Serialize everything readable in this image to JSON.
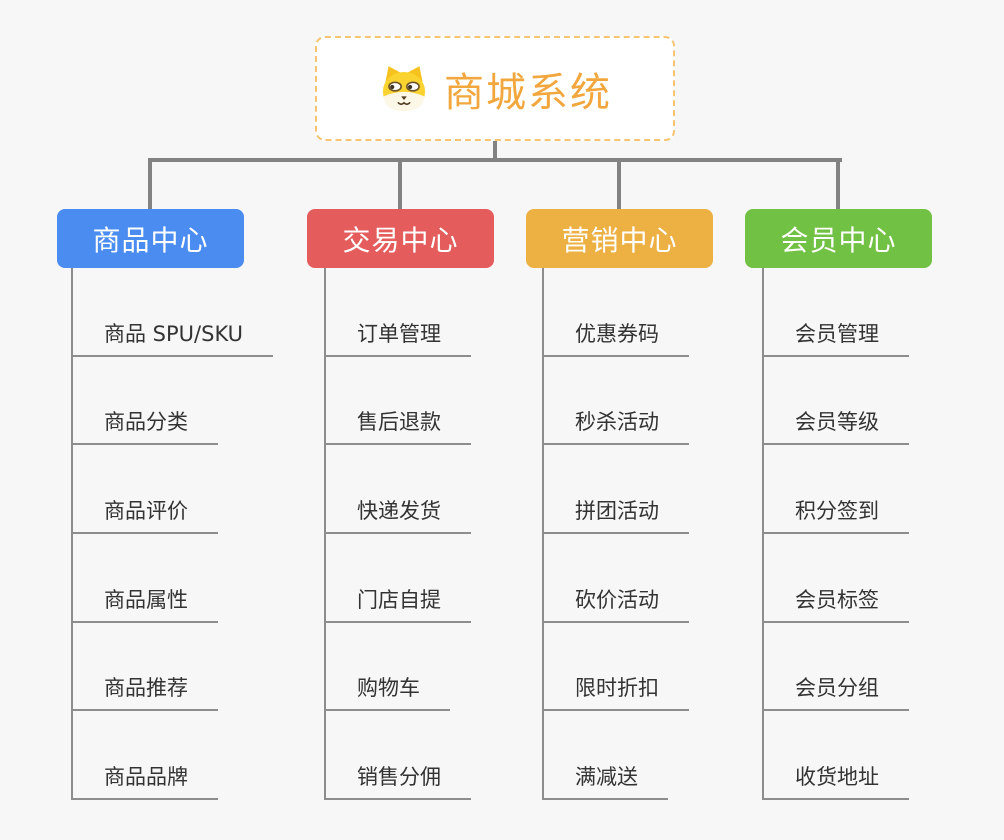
{
  "page": {
    "background_color": "#f7f7f7",
    "connector_color": "#828282",
    "leaf_line_color": "#8d8d8d"
  },
  "root": {
    "title": "商城系统",
    "icon": "dog-face",
    "title_color": "#f2a73e",
    "border_color": "#f6c473",
    "background_color": "#ffffff"
  },
  "branches": [
    {
      "label": "商品中心",
      "color": "#4a8cf0",
      "children": [
        "商品 SPU/SKU",
        "商品分类",
        "商品评价",
        "商品属性",
        "商品推荐",
        "商品品牌"
      ]
    },
    {
      "label": "交易中心",
      "color": "#e45c5c",
      "children": [
        "订单管理",
        "售后退款",
        "快递发货",
        "门店自提",
        "购物车",
        "销售分佣"
      ]
    },
    {
      "label": "营销中心",
      "color": "#edb043",
      "children": [
        "优惠券码",
        "秒杀活动",
        "拼团活动",
        "砍价活动",
        "限时折扣",
        "满减送"
      ]
    },
    {
      "label": "会员中心",
      "color": "#71c144",
      "children": [
        "会员管理",
        "会员等级",
        "积分签到",
        "会员标签",
        "会员分组",
        "收货地址"
      ]
    }
  ]
}
